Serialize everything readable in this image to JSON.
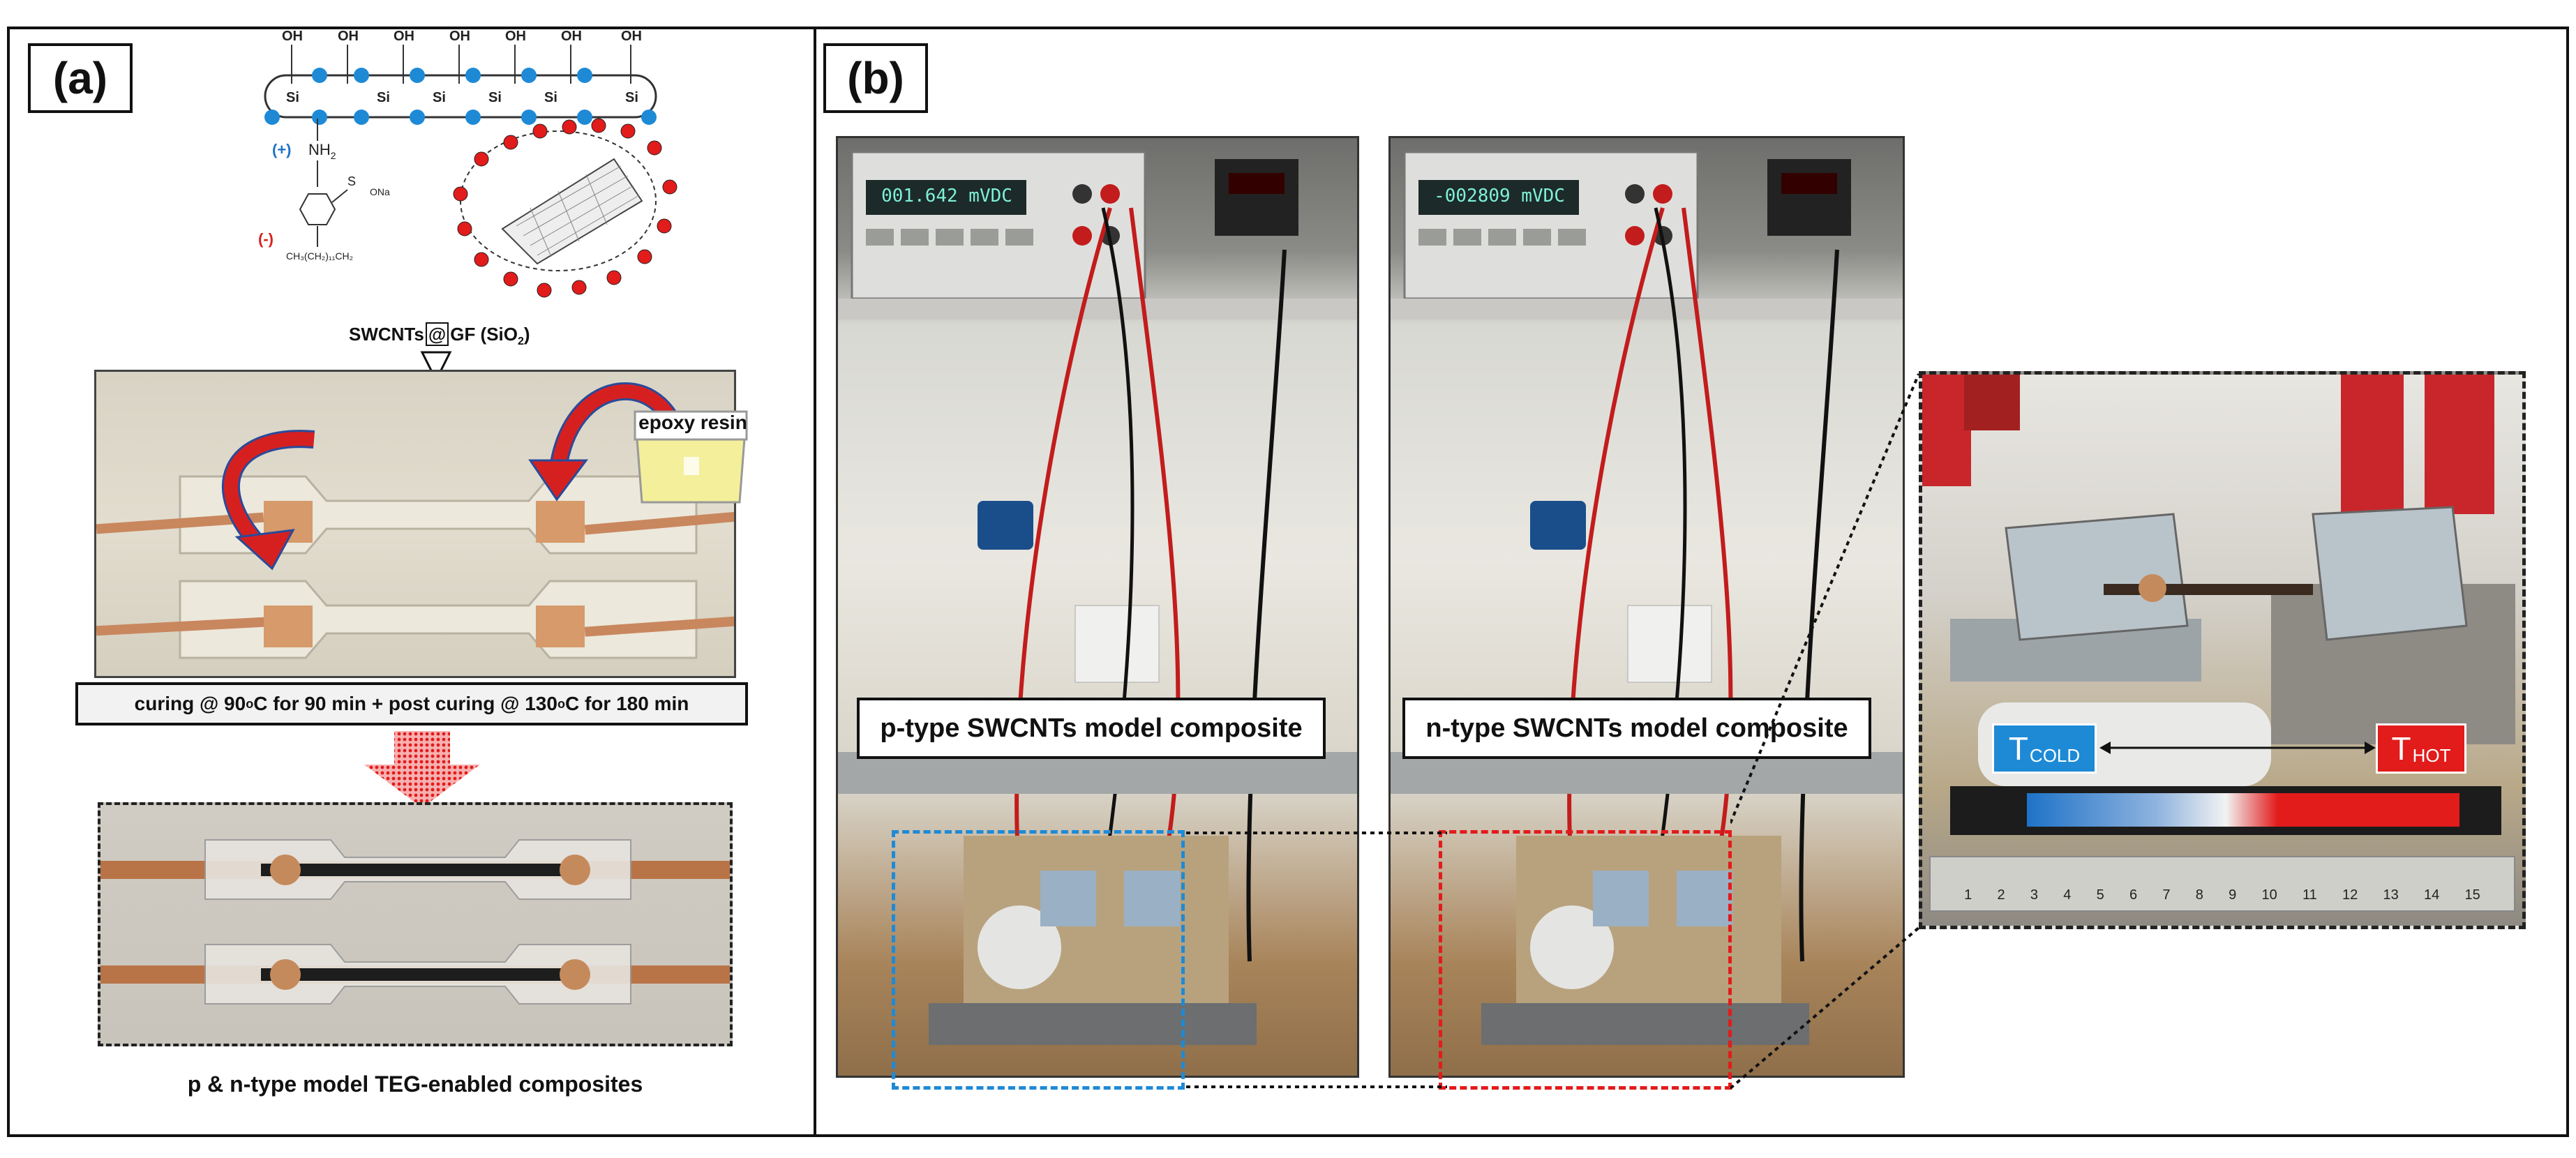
{
  "panel_a": {
    "label": "(a)",
    "molecule": {
      "oh_labels": [
        "OH",
        "OH",
        "OH",
        "OH",
        "OH",
        "OH",
        "OH"
      ],
      "si_labels": [
        "Si",
        "Si",
        "Si",
        "Si",
        "Si",
        "Si"
      ],
      "plus_label": "(+)",
      "nh2_label": "NH",
      "nh2_sub": "2",
      "minus_label": "(-)",
      "chain_label": "CH₃(CH₂)₁₁CH₂",
      "so3_label": "S",
      "ona_label": "ONa"
    },
    "swcnt_prefix": "SWCNTs",
    "swcnt_at": "@",
    "swcnt_suffix": "GF (SiO",
    "swcnt_sub": "2",
    "swcnt_close": ")",
    "epoxy_label": "epoxy resin",
    "curing_prefix": "curing @ 90",
    "curing_sup1": "o",
    "curing_mid": "C for 90 min + post curing @ 130",
    "curing_sup2": "o",
    "curing_suffix": "C for 180 min",
    "bottom_caption": "p & n-type model TEG-enabled composites"
  },
  "panel_b": {
    "label": "(b)",
    "meter_left": "001.642 mVDC",
    "meter_right": "-002809 mVDC",
    "caption_p": "p-type SWCNTs model composite",
    "caption_n": "n-type SWCNTs model composite",
    "t_cold": "T",
    "t_cold_sub": "COLD",
    "t_hot": "T",
    "t_hot_sub": "HOT",
    "ruler_numbers": [
      "1",
      "2",
      "3",
      "4",
      "5",
      "6",
      "7",
      "8",
      "9",
      "10",
      "11",
      "12",
      "13",
      "14",
      "15"
    ]
  },
  "colors": {
    "blue": "#1e73c8",
    "red": "#e21b1b",
    "arrow_red": "#d62020"
  }
}
